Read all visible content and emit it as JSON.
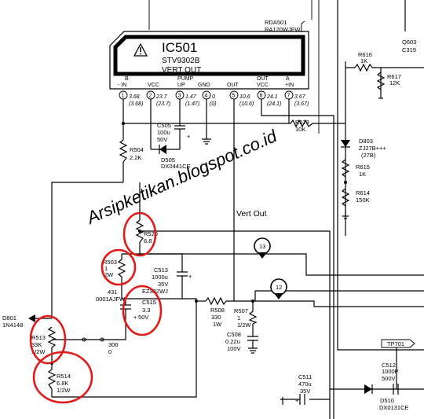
{
  "ic": {
    "ref": "IC501",
    "part": "STV9302B",
    "function": "VERT OUT",
    "resistor_top": [
      "RDA501",
      "RA120WJFW"
    ],
    "pins": [
      {
        "num": "1",
        "label": "B -IN",
        "v1": "3.68",
        "v2": "(3.68)"
      },
      {
        "num": "2",
        "label": "VCC",
        "v1": "23.7",
        "v2": "(23.7)"
      },
      {
        "num": "3",
        "label": "PUMP UP",
        "v1": "1.47",
        "v2": "(1.47)"
      },
      {
        "num": "4",
        "label": "GND",
        "v1": "0",
        "v2": "(0)"
      },
      {
        "num": "5",
        "label": "OUT",
        "v1": "10.6",
        "v2": "(10.6)"
      },
      {
        "num": "6",
        "label": "OUT VCC",
        "v1": "24.1",
        "v2": "(24.1)"
      },
      {
        "num": "7",
        "label": "A +IN",
        "v1": "3.67",
        "v2": "(3.67)"
      }
    ],
    "pin_label_lines": {
      "p1": [
        "B",
        "- IN"
      ],
      "p2": [
        "VCC"
      ],
      "p3": [
        "PUMP",
        "UP"
      ],
      "p4": [
        "GND"
      ],
      "p5": [
        "OUT"
      ],
      "p6": [
        "OUT",
        "VCC"
      ],
      "p7": [
        "A",
        "+IN"
      ]
    }
  },
  "components": {
    "q603": [
      "Q603",
      "C319"
    ],
    "r616": [
      "R616",
      "1K"
    ],
    "r617": [
      "R617",
      "12K"
    ],
    "d803": [
      "D803",
      "ZJ27B+++",
      "(27B)"
    ],
    "r615": [
      "R615",
      "1K"
    ],
    "r614": [
      "R614",
      "150K"
    ],
    "r523": [
      "R523",
      "10K"
    ],
    "c505": [
      "C505",
      "100u",
      "50V"
    ],
    "r504": [
      "R504",
      "2.2K"
    ],
    "d505": [
      "D505",
      "DX0441CE"
    ],
    "r520": [
      "R520",
      "6.8"
    ],
    "r503": [
      "R503",
      "1",
      "2W"
    ],
    "c513": [
      "C513",
      "1000u",
      "35V",
      "EZ332WJ"
    ],
    "x431": [
      "431",
      "0001AJFW"
    ],
    "c515": [
      "C515",
      "3.3",
      "50V"
    ],
    "r508": [
      "R508",
      "330",
      "1W"
    ],
    "r507": [
      "R507",
      "1",
      "1/2W"
    ],
    "c508": [
      "C508",
      "0.22u",
      "100V"
    ],
    "d801": [
      "D801",
      "1N4148"
    ],
    "r513": [
      "R513",
      "33K",
      "1/2W"
    ],
    "j306": [
      "306",
      "0"
    ],
    "r514": [
      "R514",
      "6.8K",
      "1/2W"
    ],
    "c511": [
      "C511",
      "470u",
      "35V"
    ],
    "c512": [
      "C512",
      "1000P",
      "500V"
    ],
    "d510": [
      "D510",
      "DX0131CE"
    ],
    "tp701": "TP701"
  },
  "net_label": "Vert Out",
  "markers": [
    "13",
    "12"
  ],
  "watermark": "Arsipketikan.blogspot.co.id",
  "colors": {
    "line": "#000000",
    "callout": "#e11a1a",
    "watermark": "#cfcfcf",
    "bg": "#ffffff"
  }
}
